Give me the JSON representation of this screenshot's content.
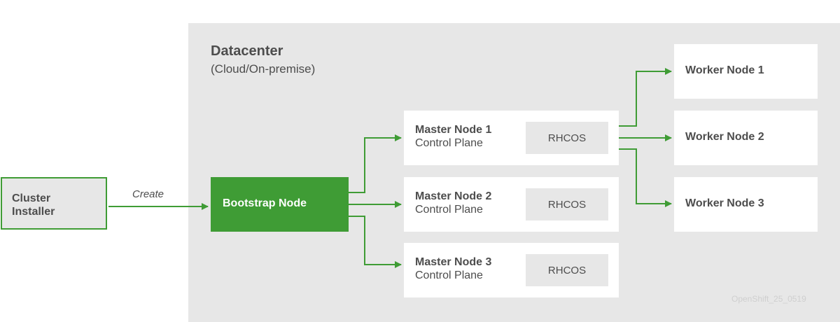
{
  "datacenter": {
    "title": "Datacenter",
    "subtitle": "(Cloud/On-premise)"
  },
  "installer": {
    "line1": "Cluster",
    "line2": "Installer"
  },
  "edge_label": "Create",
  "bootstrap": {
    "label": "Bootstrap Node"
  },
  "masters": [
    {
      "name": "Master Node 1",
      "role": "Control Plane",
      "os": "RHCOS"
    },
    {
      "name": "Master Node 2",
      "role": "Control Plane",
      "os": "RHCOS"
    },
    {
      "name": "Master Node 3",
      "role": "Control Plane",
      "os": "RHCOS"
    }
  ],
  "workers": [
    {
      "name": "Worker Node 1"
    },
    {
      "name": "Worker Node 2"
    },
    {
      "name": "Worker Node 3"
    }
  ],
  "watermark": "OpenShift_25_0519",
  "colors": {
    "accent_green": "#3f9c35",
    "background_gray": "#e7e7e7",
    "text_gray": "#4d4d4d"
  }
}
